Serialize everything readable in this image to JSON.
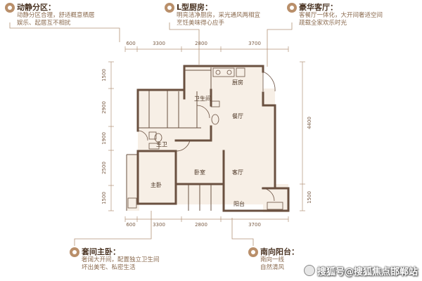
{
  "callouts": {
    "zone": {
      "title": "动静分区：",
      "lines": [
        "动静分区合理，舒适概意栖居",
        "娱乐、起居互不相扰"
      ]
    },
    "kitchen": {
      "title": "L型厨房：",
      "lines": [
        "明亮洁净厨房，采光通风两相宜",
        "烹饪美味得心应手"
      ]
    },
    "living": {
      "title": "豪华客厅：",
      "lines": [
        "客餐厅一体化，大开间奢适空间",
        "疏载全家欢乐时光"
      ]
    },
    "master": {
      "title": "套间主卧：",
      "lines": [
        "奢阔大开间，配置独立卫生间",
        "坏出美宅、私密生活"
      ]
    },
    "balcony": {
      "title": "南向阳台：",
      "lines": [
        "南向一线",
        "自然清风"
      ]
    }
  },
  "dimensions": {
    "top": [
      "600",
      "3300",
      "2800",
      "3700"
    ],
    "bottom": [
      "600",
      "3300",
      "2800",
      "3700"
    ],
    "left": [
      "1500",
      "2900",
      "1900",
      "2500",
      "1500"
    ],
    "right": [
      "4400",
      "1500"
    ]
  },
  "rooms": {
    "kitchen": "厨房",
    "bathroom": "卫生间",
    "dining": "餐厅",
    "master_bath": "主卫",
    "bedroom": "卧室",
    "living": "客厅",
    "master_bedroom": "主卧",
    "balcony": "阳台"
  },
  "watermark": "搜狐号@搜狐焦点邯郸站",
  "colors": {
    "wall": "#6a5040",
    "dim_line": "#b49378",
    "accent": "#b98f6a",
    "title": "#4a3322",
    "body_text": "#8a6a4e",
    "floor": "#f7efe6"
  }
}
